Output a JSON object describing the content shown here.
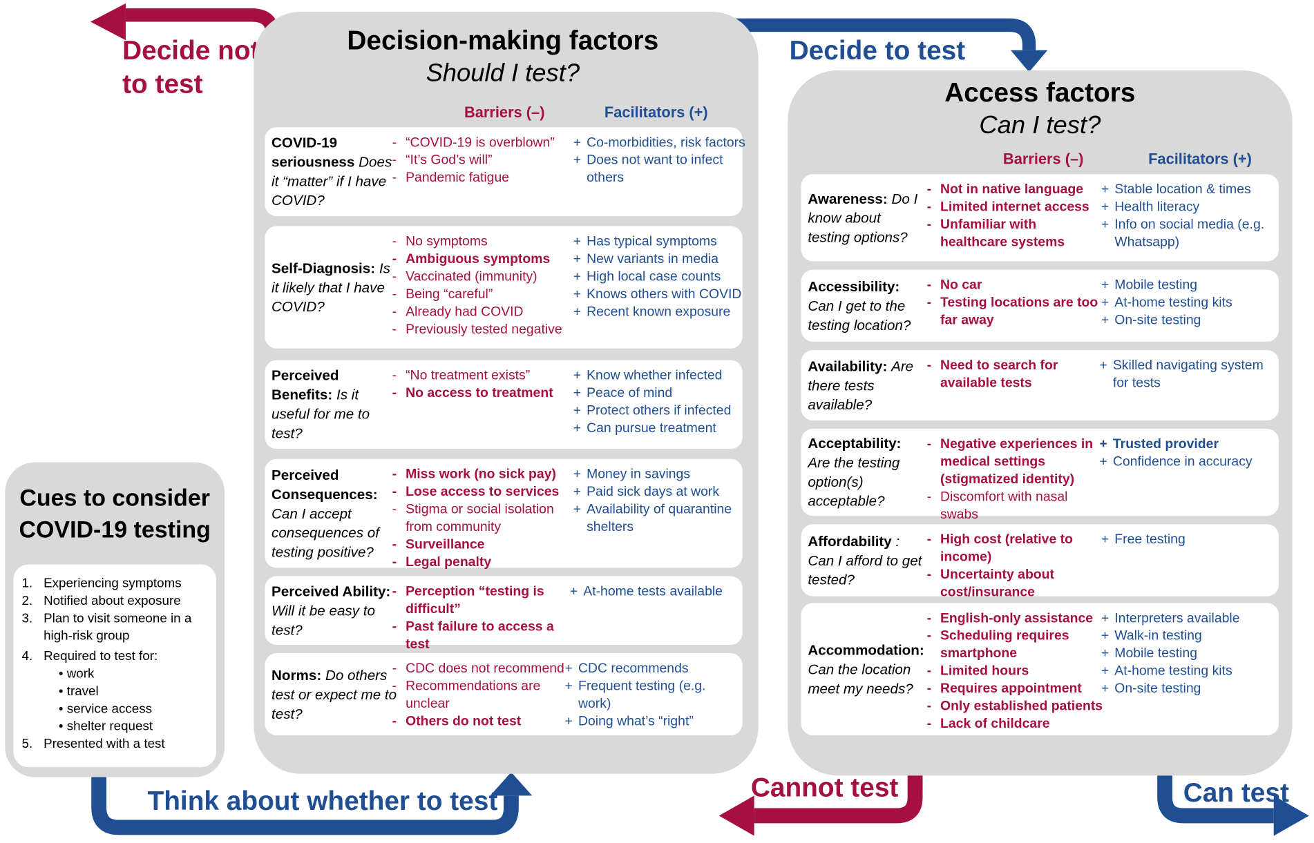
{
  "arrows": {
    "decide_not": "Decide not to test",
    "decide_to": "Decide to test",
    "think": "Think about whether to test",
    "cannot": "Cannot test",
    "can": "Can test"
  },
  "cues": {
    "title": "Cues to consider COVID-19 testing",
    "items": [
      {
        "num": "1.",
        "text": "Experiencing symptoms"
      },
      {
        "num": "2.",
        "text": "Notified about exposure"
      },
      {
        "num": "3.",
        "text": "Plan to visit someone in a high-risk group"
      },
      {
        "num": "4.",
        "text": "Required to test for:"
      },
      {
        "num": "5.",
        "text": "Presented with a test"
      }
    ],
    "subitems": [
      "work",
      "travel",
      "service access",
      "shelter request"
    ]
  },
  "decision": {
    "title": "Decision-making factors",
    "subtitle": "Should I test?",
    "barriers_header": "Barriers (–)",
    "facilitators_header": "Facilitators (+)",
    "factors": [
      {
        "name": "COVID-19 seriousness",
        "question": "Does it “matter” if I have COVID?",
        "barriers": [
          {
            "text": "“COVID-19 is overblown”",
            "bold": false
          },
          {
            "text": "“It’s God’s will”",
            "bold": false
          },
          {
            "text": "Pandemic fatigue",
            "bold": false
          }
        ],
        "facilitators": [
          {
            "text": "Co-morbidities, risk factors",
            "bold": false
          },
          {
            "text": "Does not want to infect others",
            "bold": false
          }
        ]
      },
      {
        "name": "Self-Diagnosis:",
        "question": "Is it likely that I have COVID?",
        "barriers": [
          {
            "text": "No symptoms",
            "bold": false
          },
          {
            "text": "Ambiguous symptoms",
            "bold": true
          },
          {
            "text": "Vaccinated (immunity)",
            "bold": false
          },
          {
            "text": "Being “careful”",
            "bold": false
          },
          {
            "text": "Already had COVID",
            "bold": false
          },
          {
            "text": "Previously tested negative",
            "bold": false
          }
        ],
        "facilitators": [
          {
            "text": "Has typical symptoms",
            "bold": false
          },
          {
            "text": "New variants in media",
            "bold": false
          },
          {
            "text": "High local case counts",
            "bold": false
          },
          {
            "text": "Knows others with COVID",
            "bold": false
          },
          {
            "text": "Recent known exposure",
            "bold": false
          }
        ]
      },
      {
        "name": "Perceived Benefits:",
        "question": "Is it useful for me to test?",
        "barriers": [
          {
            "text": "“No treatment exists”",
            "bold": false
          },
          {
            "text": "No access to treatment",
            "bold": true
          }
        ],
        "facilitators": [
          {
            "text": "Know whether infected",
            "bold": false
          },
          {
            "text": "Peace of mind",
            "bold": false
          },
          {
            "text": "Protect others if infected",
            "bold": false
          },
          {
            "text": "Can pursue treatment",
            "bold": false
          }
        ]
      },
      {
        "name": "Perceived Consequences:",
        "question": "Can I accept consequences of testing positive?",
        "barriers": [
          {
            "text": "Miss work (no sick pay)",
            "bold": true
          },
          {
            "text": "Lose access to services",
            "bold": true
          },
          {
            "text": "Stigma or social isolation from community",
            "bold": false
          },
          {
            "text": "Surveillance",
            "bold": true
          },
          {
            "text": "Legal penalty",
            "bold": true
          }
        ],
        "facilitators": [
          {
            "text": "Money in savings",
            "bold": false
          },
          {
            "text": "Paid sick days at work",
            "bold": false
          },
          {
            "text": "Availability of quarantine shelters",
            "bold": false
          }
        ]
      },
      {
        "name": "Perceived Ability:",
        "question": "Will it be easy to test?",
        "barriers": [
          {
            "text": "Perception “testing is difficult”",
            "bold": true
          },
          {
            "text": "Past failure to access a test",
            "bold": true
          }
        ],
        "facilitators": [
          {
            "text": "At-home tests available",
            "bold": false
          }
        ]
      },
      {
        "name": "Norms:",
        "question": "Do others test or expect me to test?",
        "barriers": [
          {
            "text": "CDC does not recommend",
            "bold": false
          },
          {
            "text": "Recommendations are unclear",
            "bold": false
          },
          {
            "text": "Others do not test",
            "bold": true
          }
        ],
        "facilitators": [
          {
            "text": "CDC recommends",
            "bold": false
          },
          {
            "text": "Frequent testing (e.g. work)",
            "bold": false
          },
          {
            "text": "Doing what’s “right”",
            "bold": false
          }
        ]
      }
    ]
  },
  "access": {
    "title": "Access factors",
    "subtitle": "Can I test?",
    "barriers_header": "Barriers (–)",
    "facilitators_header": "Facilitators (+)",
    "factors": [
      {
        "name": "Awareness:",
        "question": "Do I know about testing options?",
        "barriers": [
          {
            "text": "Not in native language",
            "bold": true
          },
          {
            "text": "Limited internet access",
            "bold": true
          },
          {
            "text": "Unfamiliar with healthcare systems",
            "bold": true
          }
        ],
        "facilitators": [
          {
            "text": "Stable location & times",
            "bold": false
          },
          {
            "text": "Health literacy",
            "bold": false
          },
          {
            "text": "Info on social media (e.g. Whatsapp)",
            "bold": false
          }
        ]
      },
      {
        "name": "Accessibility:",
        "question": "Can I get to the testing location?",
        "barriers": [
          {
            "text": "No car",
            "bold": true
          },
          {
            "text": "Testing locations are too far away",
            "bold": true
          }
        ],
        "facilitators": [
          {
            "text": "Mobile testing",
            "bold": false
          },
          {
            "text": "At-home testing kits",
            "bold": false
          },
          {
            "text": "On-site testing",
            "bold": false
          }
        ]
      },
      {
        "name": "Availability:",
        "question": "Are there tests available?",
        "barriers": [
          {
            "text": "Need to search for available tests",
            "bold": true
          }
        ],
        "facilitators": [
          {
            "text": "Skilled navigating system for tests",
            "bold": false
          }
        ]
      },
      {
        "name": "Acceptability:",
        "question": "Are the testing option(s) acceptable?",
        "barriers": [
          {
            "text": "Negative experiences in medical settings (stigmatized identity)",
            "bold": true
          },
          {
            "text": "Discomfort with nasal swabs",
            "bold": false
          }
        ],
        "facilitators": [
          {
            "text": "Trusted provider",
            "bold": true
          },
          {
            "text": "Confidence in accuracy",
            "bold": false
          }
        ]
      },
      {
        "name": "Affordability",
        "question": ": Can I afford to get tested?",
        "barriers": [
          {
            "text": "High cost (relative to income)",
            "bold": true
          },
          {
            "text": "Uncertainty about cost/insurance",
            "bold": true
          }
        ],
        "facilitators": [
          {
            "text": "Free testing",
            "bold": false
          }
        ]
      },
      {
        "name": "Accommodation:",
        "question": "Can the location meet my needs?",
        "barriers": [
          {
            "text": "English-only assistance",
            "bold": true
          },
          {
            "text": "Scheduling requires smartphone",
            "bold": true
          },
          {
            "text": "Limited hours",
            "bold": true
          },
          {
            "text": "Requires appointment",
            "bold": true
          },
          {
            "text": "Only established patients",
            "bold": true
          },
          {
            "text": "Lack of childcare",
            "bold": true
          }
        ],
        "facilitators": [
          {
            "text": "Interpreters available",
            "bold": false
          },
          {
            "text": "Walk-in testing",
            "bold": false
          },
          {
            "text": "Mobile testing",
            "bold": false
          },
          {
            "text": "At-home testing kits",
            "bold": false
          },
          {
            "text": "On-site testing",
            "bold": false
          }
        ]
      }
    ]
  },
  "colors": {
    "red": "#a50f42",
    "blue": "#1f4e93",
    "panel": "#d9d9d9"
  }
}
